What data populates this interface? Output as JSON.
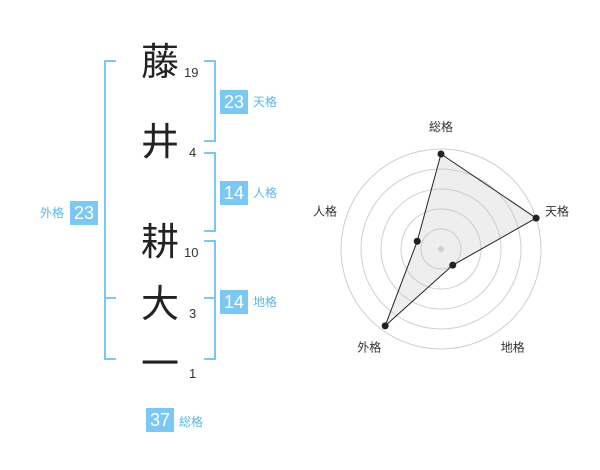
{
  "name": {
    "characters": [
      {
        "char": "藤",
        "strokes": "19"
      },
      {
        "char": "井",
        "strokes": "4"
      },
      {
        "char": "耕",
        "strokes": "10"
      },
      {
        "char": "大",
        "strokes": "3"
      },
      {
        "char": "一",
        "strokes": "1"
      }
    ]
  },
  "fortunes": {
    "tenkaku": {
      "value": "23",
      "label": "天格"
    },
    "jinkaku": {
      "value": "14",
      "label": "人格"
    },
    "chikaku": {
      "value": "14",
      "label": "地格"
    },
    "gaikaku": {
      "value": "23",
      "label": "外格"
    },
    "soukaku": {
      "value": "37",
      "label": "総格"
    }
  },
  "colors": {
    "accent": "#7cc8f4",
    "label": "#5ab6ea"
  },
  "chart_data": {
    "type": "radar",
    "axes": [
      "総格",
      "天格",
      "地格",
      "外格",
      "人格"
    ],
    "rings": 5,
    "values": [
      0.95,
      1.0,
      0.2,
      0.95,
      0.25
    ]
  }
}
